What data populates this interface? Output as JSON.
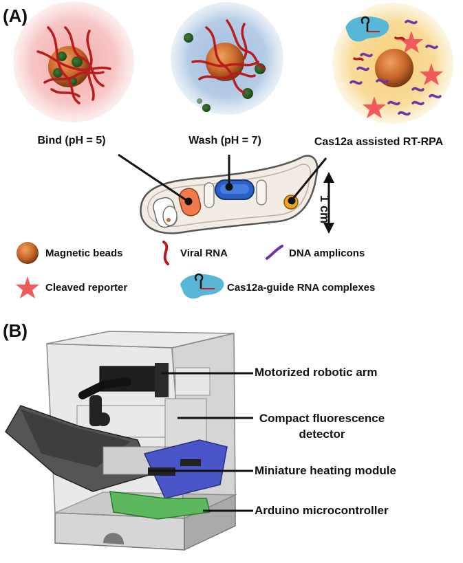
{
  "panel_a": {
    "label": "(A)",
    "steps": [
      {
        "label": "Bind (pH = 5)"
      },
      {
        "label": "Wash (pH = 7)"
      },
      {
        "label": "Cas12a assisted RT-RPA"
      }
    ],
    "scale_label": "1 cm",
    "legend": {
      "magnetic_beads": "Magnetic beads",
      "viral_rna": "Viral RNA",
      "dna_amplicons": "DNA amplicons",
      "cleaved_reporter": "Cleaved reporter",
      "cas12a_complex": "Cas12a-guide RNA complexes"
    },
    "colors": {
      "bind_bg": "#f7c6c6",
      "wash_bg": "#b7cde6",
      "cas_bg": "#f8dc9a",
      "bead": "#c8682a",
      "rna": "#b81c1c",
      "amplicon": "#6b35a8",
      "reporter": "#ef5a5a",
      "cas_protein": "#58b7d6"
    }
  },
  "panel_b": {
    "label": "(B)",
    "callouts": [
      {
        "label": "Motorized robotic arm"
      },
      {
        "label": "Compact fluorescence detector"
      },
      {
        "label": "Miniature heating module"
      },
      {
        "label": "Arduino microcontroller"
      }
    ]
  }
}
